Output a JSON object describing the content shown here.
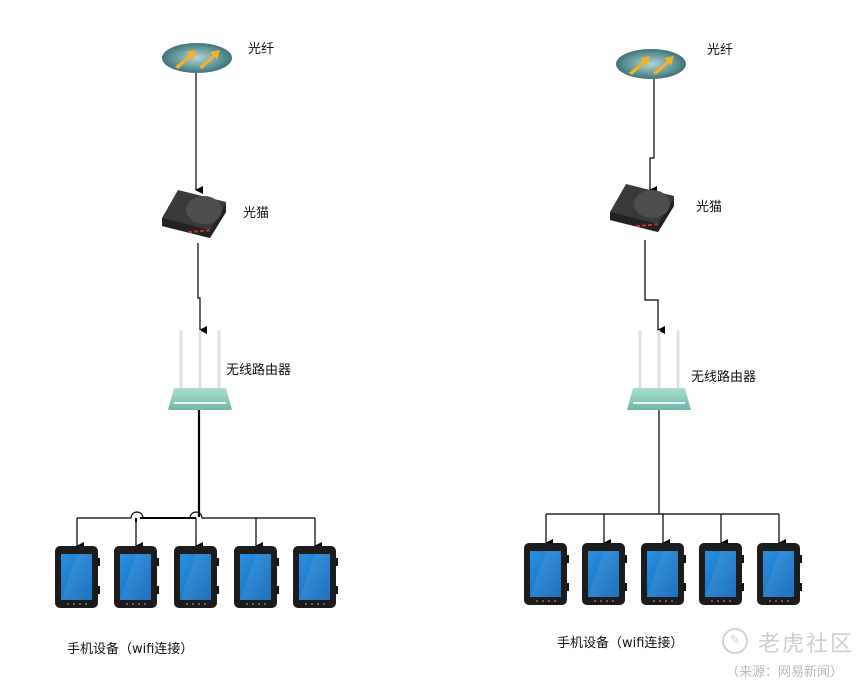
{
  "diagrams": [
    {
      "id": "left",
      "fiber_label": "光纤",
      "modem_label": "光猫",
      "router_label": "无线路由器",
      "devices_label": "手机设备（wifi连接）",
      "device_count": 5,
      "line_crossings": true
    },
    {
      "id": "right",
      "fiber_label": "光纤",
      "modem_label": "光猫",
      "router_label": "无线路由器",
      "devices_label": "手机设备（wifi连接）",
      "device_count": 5,
      "line_crossings": false
    }
  ],
  "watermark": {
    "brand": "老虎社区",
    "source": "（来源：网易新闻）"
  },
  "colors": {
    "fiber_body": "#3f7f86",
    "fiber_arrow": "#f5b12a",
    "modem_body": "#3a3a3a",
    "router_body": "#8fd0c2",
    "antenna": "#e0e0e0",
    "phone_frame": "#1c1c1c",
    "phone_screen": "#1e7fd0",
    "line": "#000000"
  }
}
